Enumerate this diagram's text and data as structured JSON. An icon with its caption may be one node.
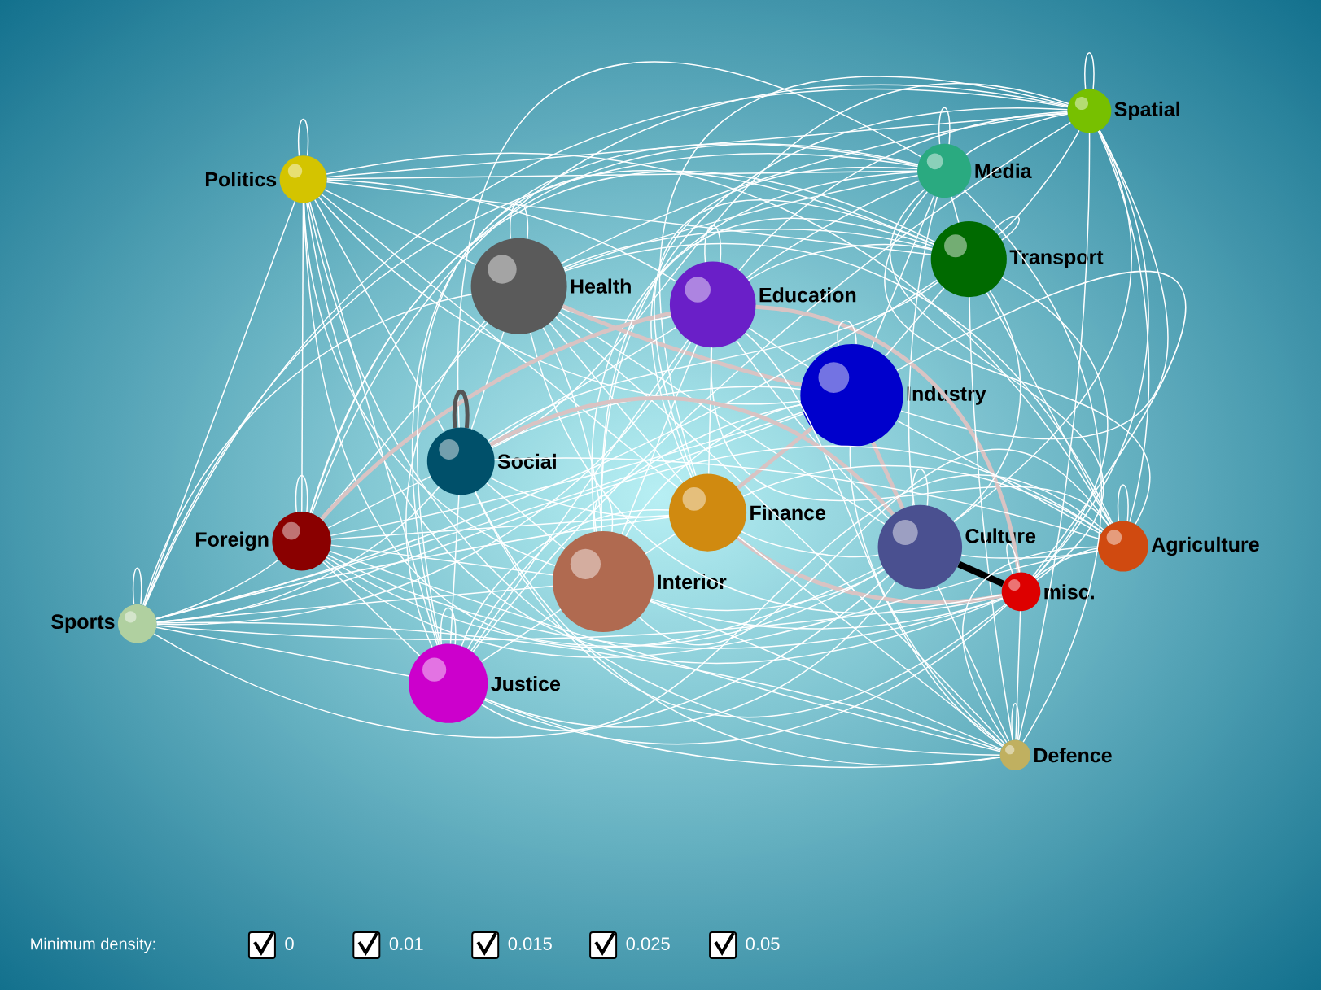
{
  "diagram": {
    "nodes": [
      {
        "text": [
          "Politics"
        ]
      },
      {
        "text": [
          "Spatial"
        ]
      },
      {
        "text": [
          "Media"
        ]
      },
      {
        "text": [
          "Health"
        ]
      },
      {
        "text": [
          "Education"
        ]
      },
      {
        "text": [
          "Transport"
        ]
      },
      {
        "text": [
          "Industry"
        ]
      },
      {
        "text": [
          "Social"
        ]
      },
      {
        "text": [
          "Finance"
        ]
      },
      {
        "text": [
          "Foreign"
        ]
      },
      {
        "text": [
          "Culture"
        ]
      },
      {
        "text": [
          "Agriculture"
        ]
      },
      {
        "text": [
          "Interior"
        ]
      },
      {
        "text": [
          "misc."
        ]
      },
      {
        "text": [
          "Sports"
        ]
      },
      {
        "text": [
          "Justice"
        ]
      },
      {
        "text": [
          "Defence"
        ]
      }
    ],
    "edges": [
      {
        "from": 0,
        "to": 1,
        "arrow": "none"
      },
      {
        "from": 0,
        "to": 2,
        "arrow": "none"
      },
      {
        "from": 0,
        "to": 3,
        "arrow": "none"
      },
      {
        "from": 0,
        "to": 4,
        "arrow": "none"
      },
      {
        "from": 0,
        "to": 5,
        "arrow": "none"
      },
      {
        "from": 0,
        "to": 6,
        "arrow": "none"
      },
      {
        "from": 0,
        "to": 7,
        "arrow": "none"
      },
      {
        "from": 0,
        "to": 8,
        "arrow": "none"
      },
      {
        "from": 0,
        "to": 9,
        "arrow": "none"
      },
      {
        "from": 0,
        "to": 10,
        "arrow": "none"
      },
      {
        "from": 0,
        "to": 11,
        "arrow": "none"
      },
      {
        "from": 0,
        "to": 12,
        "arrow": "none"
      },
      {
        "from": 0,
        "to": 13,
        "arrow": "none"
      },
      {
        "from": 0,
        "to": 14,
        "arrow": "none"
      },
      {
        "from": 0,
        "to": 15,
        "arrow": "none"
      },
      {
        "from": 0,
        "to": 16,
        "arrow": "none"
      },
      {
        "from": 1,
        "to": 2,
        "arrow": "none"
      },
      {
        "from": 1,
        "to": 3,
        "arrow": "none"
      },
      {
        "from": 1,
        "to": 4,
        "arrow": "none"
      },
      {
        "from": 1,
        "to": 5,
        "arrow": "none"
      },
      {
        "from": 1,
        "to": 6,
        "arrow": "none"
      },
      {
        "from": 1,
        "to": 7,
        "arrow": "none"
      },
      {
        "from": 1,
        "to": 8,
        "arrow": "none"
      },
      {
        "from": 1,
        "to": 9,
        "arrow": "none"
      },
      {
        "from": 1,
        "to": 10,
        "arrow": "none"
      },
      {
        "from": 1,
        "to": 11,
        "arrow": "none"
      },
      {
        "from": 1,
        "to": 12,
        "arrow": "none"
      },
      {
        "from": 1,
        "to": 13,
        "arrow": "none"
      },
      {
        "from": 1,
        "to": 14,
        "arrow": "none"
      },
      {
        "from": 1,
        "to": 15,
        "arrow": "none"
      },
      {
        "from": 1,
        "to": 16,
        "arrow": "none"
      },
      {
        "from": 2,
        "to": 3,
        "arrow": "none"
      },
      {
        "from": 2,
        "to": 4,
        "arrow": "none"
      },
      {
        "from": 2,
        "to": 5,
        "arrow": "none"
      },
      {
        "from": 2,
        "to": 6,
        "arrow": "none"
      },
      {
        "from": 2,
        "to": 7,
        "arrow": "none"
      },
      {
        "from": 2,
        "to": 8,
        "arrow": "none"
      },
      {
        "from": 2,
        "to": 9,
        "arrow": "none"
      },
      {
        "from": 2,
        "to": 10,
        "arrow": "none"
      },
      {
        "from": 2,
        "to": 11,
        "arrow": "none"
      },
      {
        "from": 2,
        "to": 12,
        "arrow": "none"
      },
      {
        "from": 2,
        "to": 13,
        "arrow": "none"
      },
      {
        "from": 2,
        "to": 14,
        "arrow": "none"
      },
      {
        "from": 2,
        "to": 15,
        "arrow": "none"
      },
      {
        "from": 2,
        "to": 16,
        "arrow": "none"
      },
      {
        "from": 3,
        "to": 4,
        "arrow": "none"
      },
      {
        "from": 3,
        "to": 5,
        "arrow": "none"
      },
      {
        "from": 3,
        "to": 6,
        "arrow": "none",
        "style": "thick",
        "color": "#d9c3c3"
      },
      {
        "from": 3,
        "to": 7,
        "arrow": "none"
      },
      {
        "from": 3,
        "to": 8,
        "arrow": "none"
      },
      {
        "from": 3,
        "to": 9,
        "arrow": "none"
      },
      {
        "from": 3,
        "to": 10,
        "arrow": "none"
      },
      {
        "from": 3,
        "to": 11,
        "arrow": "none"
      },
      {
        "from": 3,
        "to": 12,
        "arrow": "none"
      },
      {
        "from": 3,
        "to": 13,
        "arrow": "none"
      },
      {
        "from": 3,
        "to": 14,
        "arrow": "none"
      },
      {
        "from": 3,
        "to": 15,
        "arrow": "none"
      },
      {
        "from": 3,
        "to": 16,
        "arrow": "none"
      },
      {
        "from": 4,
        "to": 5,
        "arrow": "none"
      },
      {
        "from": 4,
        "to": 6,
        "arrow": "none"
      },
      {
        "from": 4,
        "to": 7,
        "arrow": "none"
      },
      {
        "from": 4,
        "to": 8,
        "arrow": "none"
      },
      {
        "from": 4,
        "to": 9,
        "arrow": "none",
        "style": "thick",
        "color": "#d9c3c3"
      },
      {
        "from": 4,
        "to": 10,
        "arrow": "none"
      },
      {
        "from": 4,
        "to": 11,
        "arrow": "none"
      },
      {
        "from": 4,
        "to": 12,
        "arrow": "none"
      },
      {
        "from": 4,
        "to": 13,
        "arrow": "none",
        "style": "thick",
        "color": "#d9c3c3"
      },
      {
        "from": 4,
        "to": 14,
        "arrow": "none"
      },
      {
        "from": 4,
        "to": 15,
        "arrow": "none"
      },
      {
        "from": 4,
        "to": 16,
        "arrow": "none"
      },
      {
        "from": 5,
        "to": 6,
        "arrow": "none"
      },
      {
        "from": 5,
        "to": 7,
        "arrow": "none"
      },
      {
        "from": 5,
        "to": 8,
        "arrow": "none"
      },
      {
        "from": 5,
        "to": 9,
        "arrow": "none"
      },
      {
        "from": 5,
        "to": 10,
        "arrow": "none"
      },
      {
        "from": 5,
        "to": 11,
        "arrow": "none"
      },
      {
        "from": 5,
        "to": 12,
        "arrow": "none"
      },
      {
        "from": 5,
        "to": 13,
        "arrow": "none"
      },
      {
        "from": 5,
        "to": 14,
        "arrow": "none"
      },
      {
        "from": 5,
        "to": 15,
        "arrow": "none"
      },
      {
        "from": 5,
        "to": 16,
        "arrow": "none"
      },
      {
        "from": 6,
        "to": 7,
        "arrow": "none"
      },
      {
        "from": 6,
        "to": 8,
        "arrow": "none",
        "style": "thick",
        "color": "#d9c3c3"
      },
      {
        "from": 6,
        "to": 9,
        "arrow": "none"
      },
      {
        "from": 6,
        "to": 10,
        "arrow": "none",
        "style": "thick",
        "color": "#d9c3c3"
      },
      {
        "from": 6,
        "to": 11,
        "arrow": "none"
      },
      {
        "from": 6,
        "to": 12,
        "arrow": "none"
      },
      {
        "from": 6,
        "to": 13,
        "arrow": "none"
      },
      {
        "from": 6,
        "to": 14,
        "arrow": "none"
      },
      {
        "from": 6,
        "to": 15,
        "arrow": "none"
      },
      {
        "from": 6,
        "to": 16,
        "arrow": "none"
      },
      {
        "from": 7,
        "to": 8,
        "arrow": "none"
      },
      {
        "from": 7,
        "to": 9,
        "arrow": "none"
      },
      {
        "from": 7,
        "to": 10,
        "arrow": "none",
        "style": "thick",
        "color": "#d9c3c3"
      },
      {
        "from": 7,
        "to": 11,
        "arrow": "none"
      },
      {
        "from": 7,
        "to": 12,
        "arrow": "none"
      },
      {
        "from": 7,
        "to": 13,
        "arrow": "none"
      },
      {
        "from": 7,
        "to": 14,
        "arrow": "none"
      },
      {
        "from": 7,
        "to": 15,
        "arrow": "none"
      },
      {
        "from": 7,
        "to": 16,
        "arrow": "none"
      },
      {
        "from": 8,
        "to": 9,
        "arrow": "none"
      },
      {
        "from": 8,
        "to": 10,
        "arrow": "none"
      },
      {
        "from": 8,
        "to": 11,
        "arrow": "none"
      },
      {
        "from": 8,
        "to": 12,
        "arrow": "none"
      },
      {
        "from": 8,
        "to": 13,
        "arrow": "none",
        "style": "thick",
        "color": "#d9c3c3"
      },
      {
        "from": 8,
        "to": 14,
        "arrow": "none"
      },
      {
        "from": 8,
        "to": 15,
        "arrow": "none"
      },
      {
        "from": 8,
        "to": 16,
        "arrow": "none"
      },
      {
        "from": 9,
        "to": 10,
        "arrow": "none"
      },
      {
        "from": 9,
        "to": 11,
        "arrow": "none"
      },
      {
        "from": 9,
        "to": 12,
        "arrow": "none"
      },
      {
        "from": 9,
        "to": 13,
        "arrow": "none"
      },
      {
        "from": 9,
        "to": 14,
        "arrow": "none"
      },
      {
        "from": 9,
        "to": 15,
        "arrow": "none"
      },
      {
        "from": 9,
        "to": 16,
        "arrow": "none"
      },
      {
        "from": 10,
        "to": 11,
        "arrow": "none"
      },
      {
        "from": 10,
        "to": 12,
        "arrow": "none"
      },
      {
        "from": 10,
        "to": 13,
        "arrow": "none",
        "style": "thick",
        "color": "#000000"
      },
      {
        "from": 10,
        "to": 14,
        "arrow": "none"
      },
      {
        "from": 10,
        "to": 15,
        "arrow": "none"
      },
      {
        "from": 10,
        "to": 16,
        "arrow": "none"
      },
      {
        "from": 11,
        "to": 12,
        "arrow": "none"
      },
      {
        "from": 11,
        "to": 13,
        "arrow": "none"
      },
      {
        "from": 11,
        "to": 14,
        "arrow": "none"
      },
      {
        "from": 11,
        "to": 15,
        "arrow": "none"
      },
      {
        "from": 11,
        "to": 16,
        "arrow": "none"
      },
      {
        "from": 12,
        "to": 13,
        "arrow": "none"
      },
      {
        "from": 12,
        "to": 14,
        "arrow": "none"
      },
      {
        "from": 12,
        "to": 15,
        "arrow": "none"
      },
      {
        "from": 12,
        "to": 16,
        "arrow": "none"
      },
      {
        "from": 13,
        "to": 14,
        "arrow": "none"
      },
      {
        "from": 13,
        "to": 15,
        "arrow": "none"
      },
      {
        "from": 13,
        "to": 16,
        "arrow": "none"
      },
      {
        "from": 14,
        "to": 15,
        "arrow": "none"
      },
      {
        "from": 14,
        "to": 16,
        "arrow": "none"
      },
      {
        "from": 15,
        "to": 16,
        "arrow": "none"
      },
      {
        "from": 0,
        "to": 0,
        "arrow": "none"
      },
      {
        "from": 1,
        "to": 1,
        "arrow": "none"
      },
      {
        "from": 2,
        "to": 2,
        "arrow": "none"
      },
      {
        "from": 3,
        "to": 3,
        "arrow": "none"
      },
      {
        "from": 4,
        "to": 4,
        "arrow": "none"
      },
      {
        "from": 5,
        "to": 5,
        "arrow": "none"
      },
      {
        "from": 6,
        "to": 6,
        "arrow": "none"
      },
      {
        "from": 7,
        "to": 7,
        "arrow": "none",
        "style": "thick",
        "color": "#555555"
      },
      {
        "from": 9,
        "to": 9,
        "arrow": "none"
      },
      {
        "from": 10,
        "to": 10,
        "arrow": "none"
      },
      {
        "from": 11,
        "to": 11,
        "arrow": "none"
      },
      {
        "from": 12,
        "to": 12,
        "arrow": "none"
      },
      {
        "from": 13,
        "to": 13,
        "arrow": "none"
      },
      {
        "from": 14,
        "to": 14,
        "arrow": "none"
      },
      {
        "from": 15,
        "to": 15,
        "arrow": "none"
      },
      {
        "from": 16,
        "to": 16,
        "arrow": "none"
      }
    ],
    "labels": [
      "Minimum density:",
      "0",
      "0.01",
      "0.015",
      "0.025",
      "0.05"
    ]
  }
}
